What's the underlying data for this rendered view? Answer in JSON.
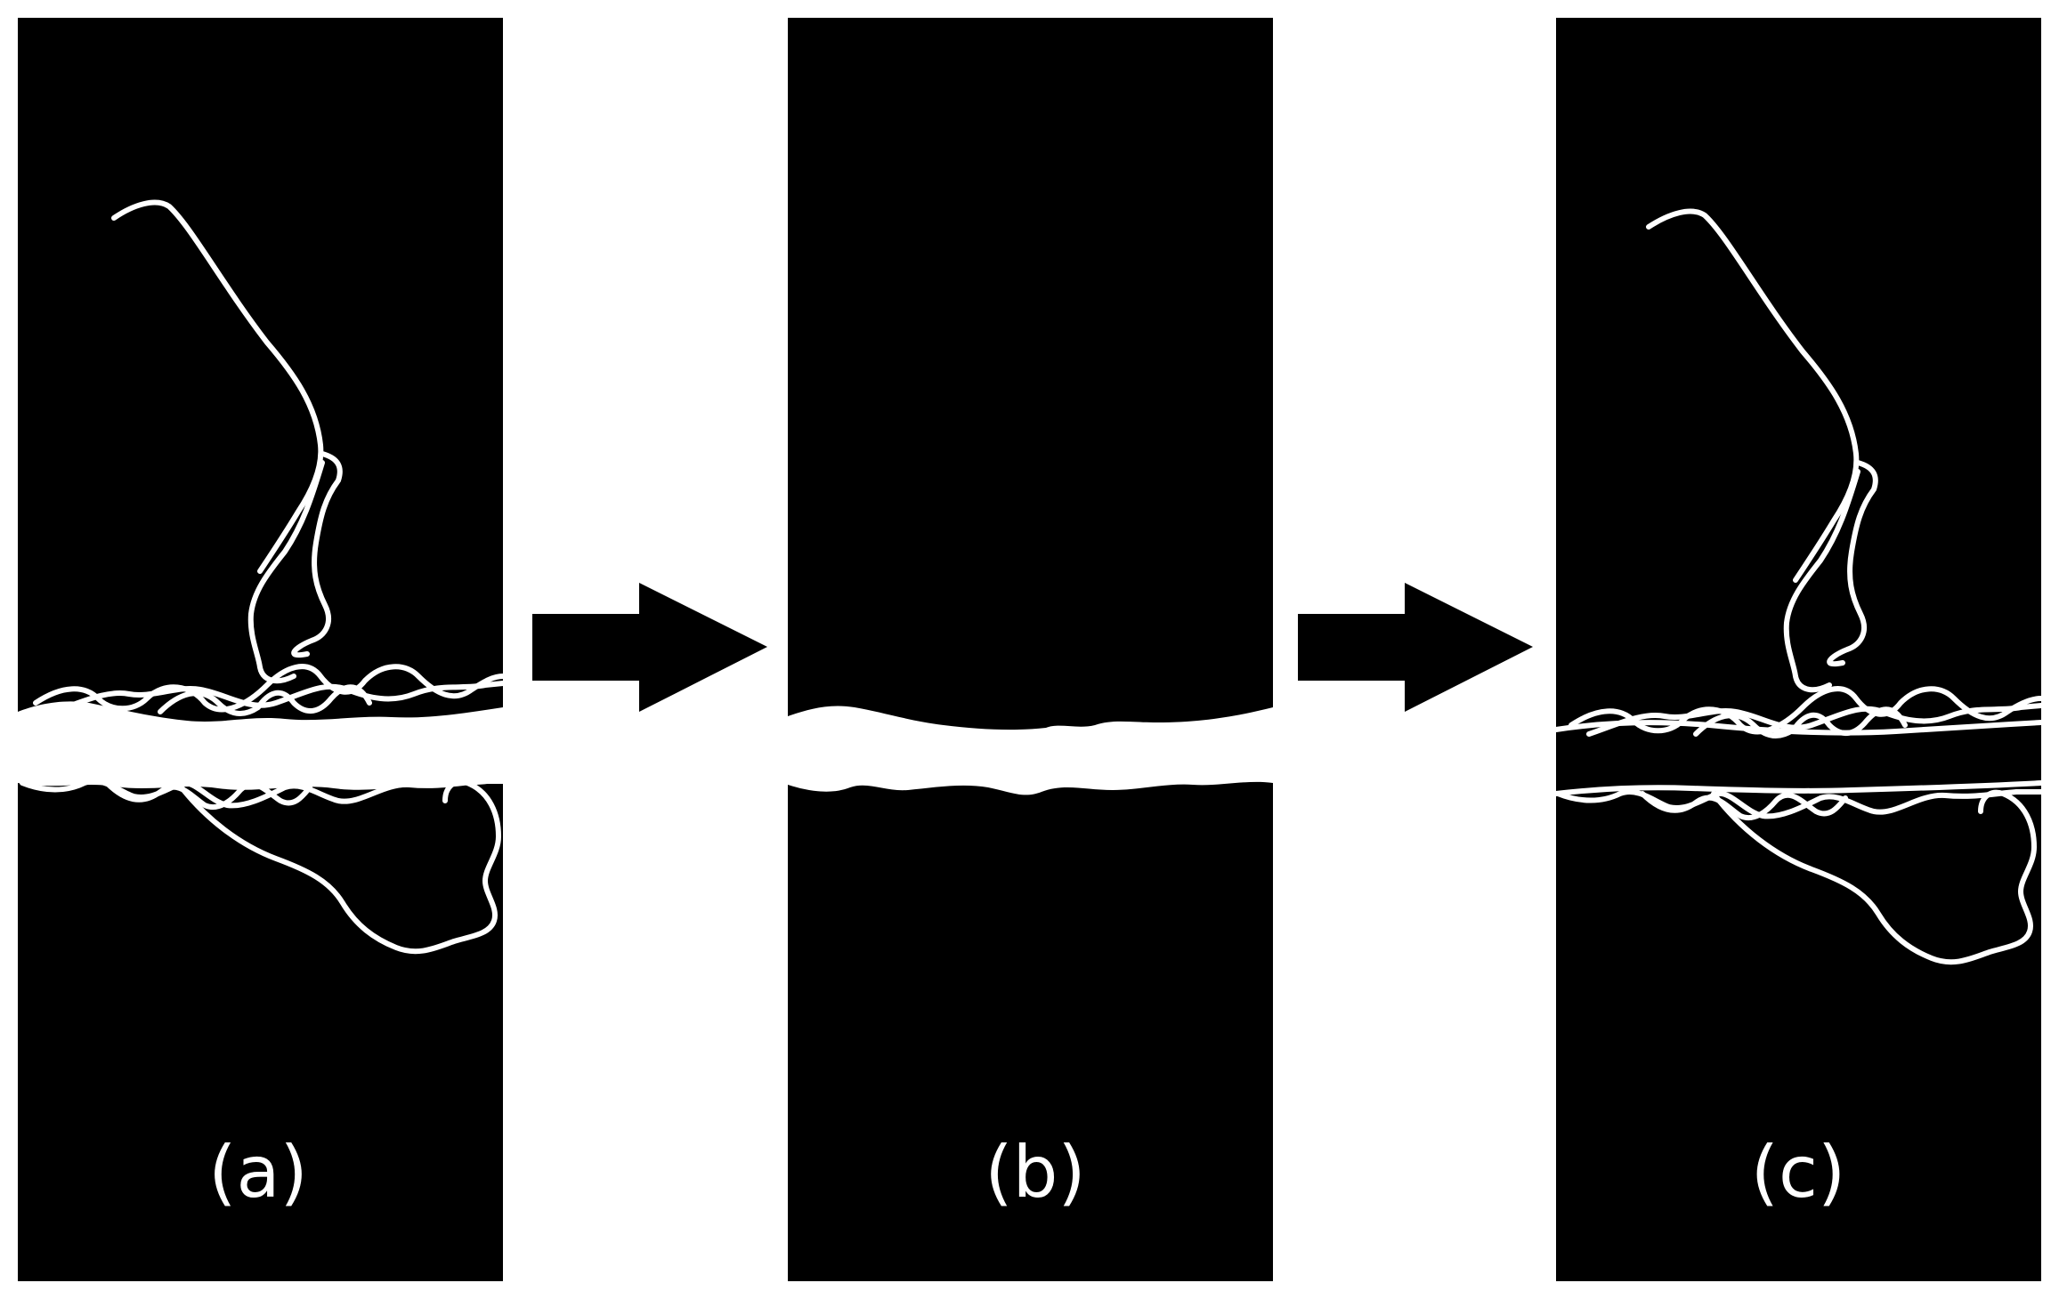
{
  "figure": {
    "panels": [
      {
        "id": "a",
        "label": "(a)"
      },
      {
        "id": "b",
        "label": "(b)"
      },
      {
        "id": "c",
        "label": "(c)"
      }
    ],
    "colors": {
      "background": "#ffffff",
      "panel_fill": "#000000",
      "fiber": "#ffffff",
      "arrow": "#000000"
    },
    "icons": [
      "right-arrow-icon",
      "right-arrow-icon"
    ]
  }
}
